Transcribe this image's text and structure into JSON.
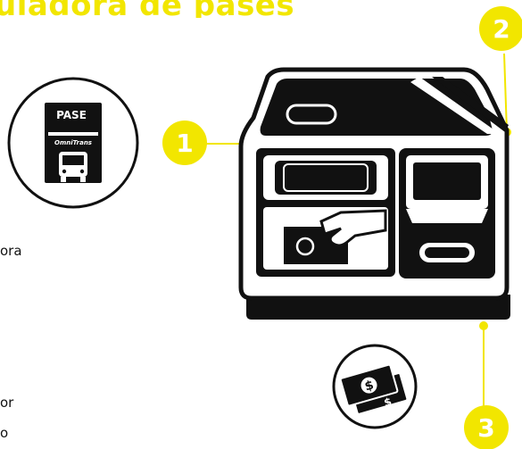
{
  "page": {
    "title": "uladora de pases",
    "text_fragments": [
      "ora",
      "or",
      "o"
    ]
  },
  "pass_icon": {
    "label": "PASE",
    "brand": "OmniTrans"
  },
  "markers": [
    {
      "number": "1",
      "target": "fare box card reader"
    },
    {
      "number": "2",
      "target": "pass dispenser slot"
    },
    {
      "number": "3",
      "target": "cash acceptor"
    }
  ],
  "cash_icon": {
    "symbol": "$"
  },
  "colors": {
    "accent": "#f2e600",
    "ink": "#111111",
    "background": "#ffffff"
  }
}
